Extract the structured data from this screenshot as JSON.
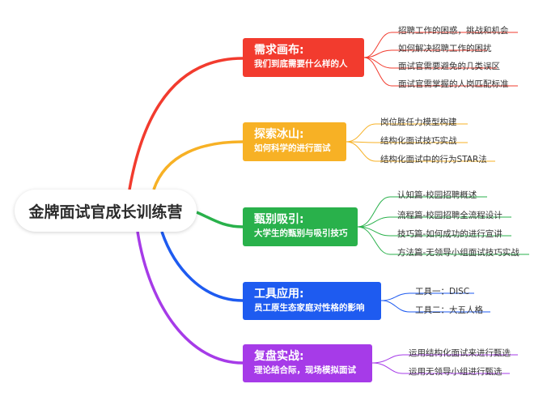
{
  "root": {
    "label": "金牌面试官成长训练营"
  },
  "branches": [
    {
      "title": "需求画布:",
      "subtitle": "我们到底需要什么样的人",
      "color": "#f23b2e",
      "items": [
        "招聘工作的困惑，挑战和机会",
        "如何解决招聘工作的困扰",
        "面试官需要避免的几类误区",
        "面试官需掌握的人岗匹配标准"
      ]
    },
    {
      "title": "探索冰山:",
      "subtitle": "如何科学的进行面试",
      "color": "#f7b125",
      "items": [
        "岗位胜任力模型构建",
        "结构化面试技巧实战",
        "结构化面试中的行为STAR法"
      ]
    },
    {
      "title": "甄别吸引:",
      "subtitle": "大学生的甄别与吸引技巧",
      "color": "#29b14b",
      "items": [
        "认知篇-校园招聘概述",
        "流程篇-校园招聘全流程设计",
        "技巧篇-如何成功的进行宣讲",
        "方法篇-无领导小组面试技巧实战"
      ]
    },
    {
      "title": "工具应用:",
      "subtitle": "员工原生态家庭对性格的影响",
      "color": "#1e5bf0",
      "items": [
        "工具一：DISC",
        "工具二：大五人格"
      ]
    },
    {
      "title": "复盘实战:",
      "subtitle": "理论结合际，现场模拟面试",
      "color": "#a63be8",
      "items": [
        "运用结构化面试来进行甄选",
        "运用无领导小组进行甄选"
      ]
    }
  ]
}
